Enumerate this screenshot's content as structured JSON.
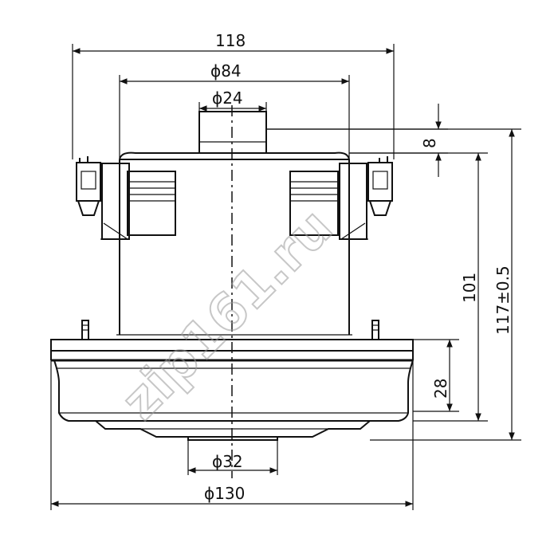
{
  "drawing": {
    "subject": "vacuum cleaner motor",
    "watermark": "zip161.ru",
    "dimensions": {
      "overall_width": "118",
      "housing_diameter": "ϕ84",
      "inlet_diameter": "ϕ24",
      "inlet_height": "8",
      "height_to_flange": "101",
      "total_height": "117±0.5",
      "flange_height": "28",
      "outlet_diameter": "ϕ32",
      "flange_diameter": "ϕ130"
    }
  }
}
